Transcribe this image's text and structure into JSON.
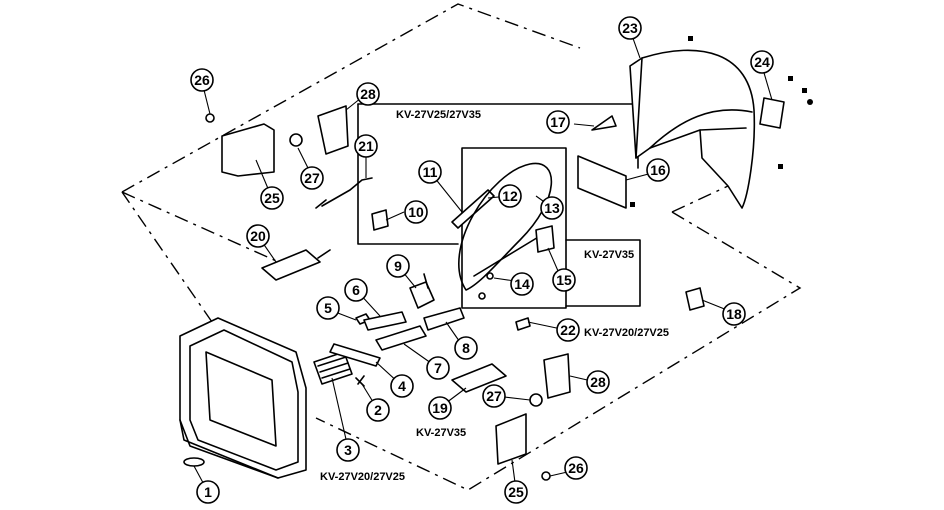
{
  "callouts": [
    "1",
    "2",
    "3",
    "4",
    "5",
    "6",
    "7",
    "8",
    "9",
    "10",
    "11",
    "12",
    "13",
    "14",
    "15",
    "16",
    "17",
    "18",
    "19",
    "20",
    "21",
    "22",
    "23",
    "24",
    "25",
    "26",
    "27",
    "28"
  ],
  "model_labels": {
    "kv27v25_27v35": "KV-27V25/27V35",
    "kv27v35_right": "KV-27V35",
    "kv27v20_27v25_right": "KV-27V20/27V25",
    "kv27v35_bottom": "KV-27V35",
    "kv27v20_27v25_bottom": "KV-27V20/27V25"
  }
}
